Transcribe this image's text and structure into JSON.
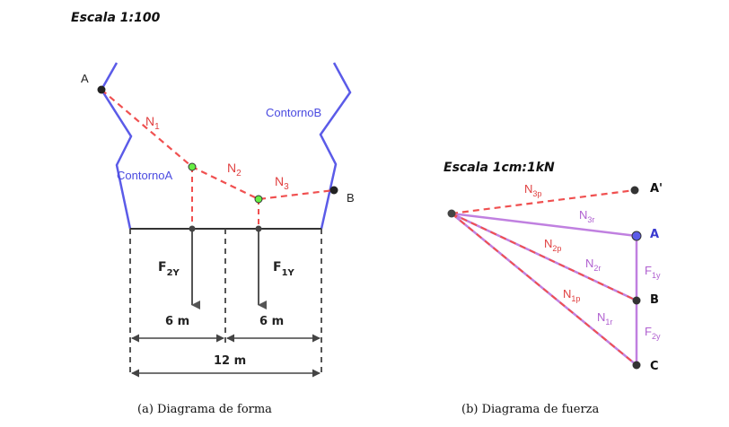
{
  "left_diagram": {
    "scale_label": "Escala 1:100",
    "point_a": "A",
    "point_b": "B",
    "contour_a": "ContornoA",
    "contour_b": "ContornoB",
    "members": {
      "n1": {
        "main": "N",
        "sub": "1"
      },
      "n2": {
        "main": "N",
        "sub": "2"
      },
      "n3": {
        "main": "N",
        "sub": "3"
      }
    },
    "forces": {
      "f2y": {
        "main": "F",
        "sub": "2Y"
      },
      "f1y": {
        "main": "F",
        "sub": "1Y"
      }
    },
    "dim_left": "6 m",
    "dim_right": "6 m",
    "dim_total": "12 m",
    "caption": "(a)  Diagrama de forma"
  },
  "right_diagram": {
    "scale_label": "Escala 1cm:1kN",
    "point_a_prime": "A'",
    "point_a": "A",
    "point_b": "B",
    "point_c": "C",
    "labels": {
      "n3p": {
        "main": "N",
        "sub": "3p"
      },
      "n3r": {
        "main": "N",
        "sub": "3r"
      },
      "n2p": {
        "main": "N",
        "sub": "2p"
      },
      "n2r": {
        "main": "N",
        "sub": "2r"
      },
      "n1p": {
        "main": "N",
        "sub": "1p"
      },
      "n1r": {
        "main": "N",
        "sub": "1r"
      },
      "f1y": {
        "main": "F",
        "sub": "1y"
      },
      "f2y": {
        "main": "F",
        "sub": "2y"
      }
    },
    "caption": "(b)  Diagrama de fuerza"
  },
  "colors": {
    "contour": "#5b5be8",
    "member": "#f05050",
    "force_line": "#c080e0",
    "point": "#222222",
    "node_green": "#66ee44",
    "dim": "#444444"
  }
}
